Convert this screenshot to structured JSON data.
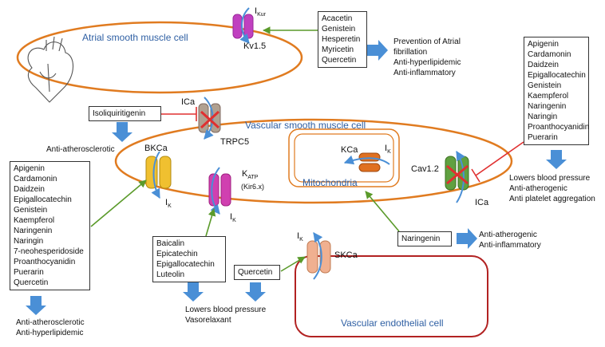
{
  "cells": {
    "atrial": "Atrial smooth muscle cell",
    "vascular_smooth": "Vascular smooth muscle cell",
    "mitochondria": "Mitochondria",
    "endothelial": "Vascular endothelial cell"
  },
  "channels": {
    "kv15": "Kv1.5",
    "ikur_main": "I",
    "ikur_sub": "Kur",
    "trpc5": "TRPC5",
    "ica_trpc5": "ICa",
    "bkca": "BKCa",
    "bkca_ik_main": "I",
    "bkca_ik_sub": "K",
    "katp_main": "K",
    "katp_sub": "ATP",
    "katp_kir": "(Kir6.x)",
    "katp_ik_main": "I",
    "katp_ik_sub": "K",
    "kca": "KCa",
    "kca_ik_main": "I",
    "kca_ik_sub": "K",
    "cav12": "Cav1.2",
    "cav_ica": "ICa",
    "skca": "SKCa",
    "skca_ik_main": "I",
    "skca_ik_sub": "K"
  },
  "compound_boxes": {
    "atrial_list": [
      "Acacetin",
      "Genistein",
      "Hesperetin",
      "Myricetin",
      "Quercetin"
    ],
    "isoliquiritigenin": "Isoliquiritigenin",
    "right_list": [
      "Apigenin",
      "Cardamonin",
      "Daidzein",
      "Epigallocatechin",
      "Genistein",
      "Kaempferol",
      "Naringenin",
      "Naringin",
      "Proanthocyanidin",
      "Puerarin"
    ],
    "left_list": [
      "Apigenin",
      "Cardamonin",
      "Daidzein",
      "Epigallocatechin",
      "Genistein",
      "Kaempferol",
      "Naringenin",
      "Naringin",
      "7-neohesperidoside",
      "Proanthocyanidin",
      "Puerarin",
      "Quercetin"
    ],
    "katp_list": [
      "Baicalin",
      "Epicatechin",
      "Epigallocatechin",
      "Luteolin"
    ],
    "quercetin": "Quercetin",
    "naringenin": "Naringenin"
  },
  "effects": {
    "atrial": [
      "Prevention of Atrial",
      "fibrillation",
      "Anti-hyperlipidemic",
      "Anti-inflammatory"
    ],
    "isoliquiritigenin": [
      "Anti-atherosclerotic"
    ],
    "right": [
      "Lowers blood pressure",
      "Anti-atherogenic",
      "Anti platelet aggregation"
    ],
    "left": [
      "Anti-atherosclerotic",
      "Anti-hyperlipidemic"
    ],
    "katp": [
      "Lowers blood pressure",
      "Vasorelaxant"
    ],
    "naringenin": [
      "Anti-atherogenic",
      "Anti-inflammatory"
    ]
  },
  "colors": {
    "membrane": "#e07b20",
    "endothelial_membrane": "#b22222",
    "activate_arrow": "#5a9a2a",
    "inhibit": "#e03030",
    "effect_arrow": "#4a8fd6",
    "current_arrow": "#4a8fd6",
    "cell_title": "#2e5fa3",
    "kv_channel": "#c040c0",
    "trpc5_channel": "#b0a090",
    "bkca_channel": "#f0c030",
    "katp_channel": "#d040b0",
    "kca_channel": "#e07020",
    "cav_channel": "#60a040",
    "skca_channel": "#f0b090"
  }
}
